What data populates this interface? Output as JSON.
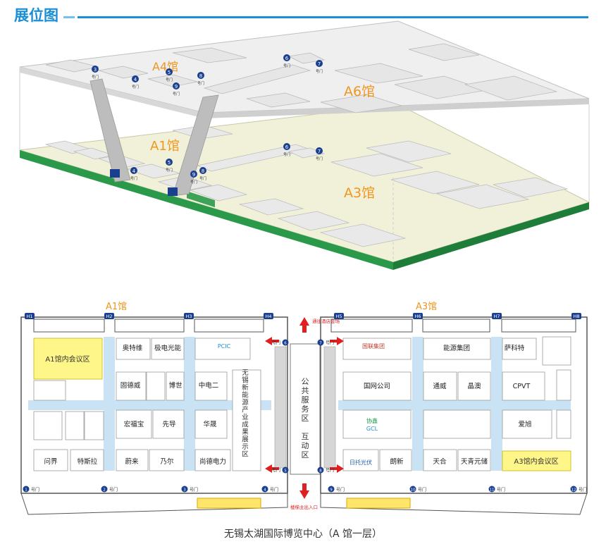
{
  "title": "展位图",
  "caption": "无锡太湖国际博览中心（A 馆一层）",
  "colors": {
    "accent": "#1a8fd6",
    "hall_label": "#f0961e",
    "arrow": "#e02020",
    "corridor": "#c9e3f5",
    "meeting": "#fff68a",
    "floor_green": "#f0f1d8",
    "edge_green": "#2a9a4a"
  },
  "iso": {
    "halls": [
      {
        "id": "A4",
        "label": "A4馆"
      },
      {
        "id": "A6",
        "label": "A6馆"
      },
      {
        "id": "A1",
        "label": "A1馆"
      },
      {
        "id": "A3",
        "label": "A3馆"
      }
    ],
    "gate_word": "号门",
    "gates_upper": [
      "3",
      "4",
      "5",
      "6",
      "7",
      "8",
      "9"
    ],
    "gates_lower": [
      "4",
      "5",
      "6",
      "7",
      "8",
      "9"
    ]
  },
  "plan": {
    "hall_a1": "A1馆",
    "hall_a3": "A3馆",
    "top_note": "通往酒店会场",
    "bottom_note": "楼梯主出入口",
    "public_area": [
      "公",
      "共",
      "服",
      "务",
      "区",
      "",
      "互",
      "动",
      "区"
    ],
    "vertical_title": [
      "无",
      "锡",
      "新",
      "能",
      "源",
      "产",
      "业",
      "成",
      "果",
      "展",
      "示",
      "区"
    ],
    "meeting_a1": "A1馆内会议区",
    "meeting_a3": "A3馆内会议区",
    "docks": [
      "H1",
      "H2",
      "H3",
      "H4",
      "H5",
      "H6",
      "H7",
      "H8"
    ],
    "gate_word": "号门",
    "side_gates": [
      "6",
      "7",
      "5",
      "8"
    ],
    "bottom_gates": [
      "1",
      "2",
      "3",
      "4",
      "9",
      "10",
      "11",
      "12"
    ],
    "exhibitors_a1": [
      "奥特维",
      "极电光能",
      "固德威",
      "博世",
      "中电二",
      "宏福宝",
      "先导",
      "华晟",
      "问界",
      "特斯拉",
      "蔚来",
      "乃尔",
      "尚德电力"
    ],
    "exhibitors_a3": [
      "萨科特",
      "能源集团",
      "国网公司",
      "通威",
      "晶澳",
      "CPVT",
      "爱旭",
      "朗新",
      "天合",
      "天青元储"
    ],
    "logos": [
      "PCIC",
      "国联集团",
      "协鑫",
      "GCL",
      "日托光伏"
    ]
  }
}
